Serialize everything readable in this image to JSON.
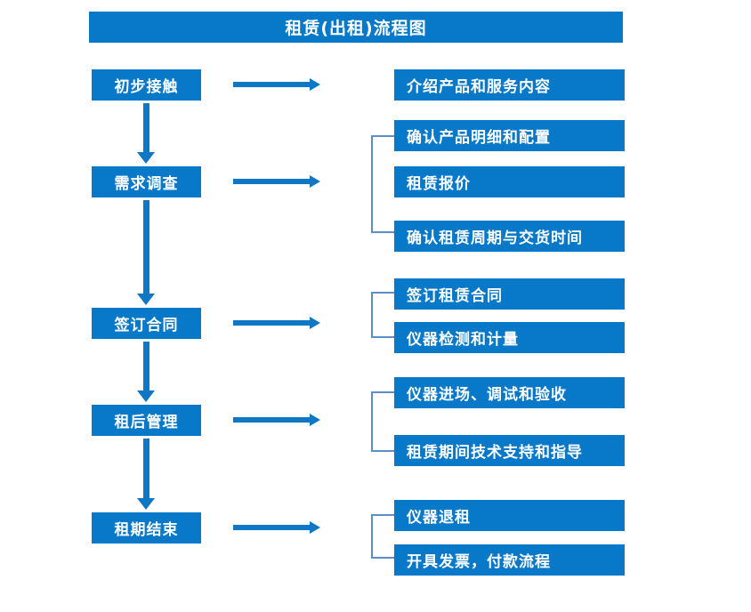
{
  "diagram": {
    "title": "租赁(出租)流程图",
    "colors": {
      "fill": "#0878c8",
      "arrow": "#0f77c4",
      "bracket": "#5b8fc9",
      "text": "#ffffff",
      "background": "#ffffff"
    },
    "stages": [
      {
        "label": "初步接触"
      },
      {
        "label": "需求调查"
      },
      {
        "label": "签订合同"
      },
      {
        "label": "租后管理"
      },
      {
        "label": "租期结束"
      }
    ],
    "details": [
      {
        "label": "介绍产品和服务内容"
      },
      {
        "label": "确认产品明细和配置"
      },
      {
        "label": "租赁报价"
      },
      {
        "label": "确认租赁周期与交货时间"
      },
      {
        "label": "签订租赁合同"
      },
      {
        "label": "仪器检测和计量"
      },
      {
        "label": "仪器进场、调试和验收"
      },
      {
        "label": "租赁期间技术支持和指导"
      },
      {
        "label": "仪器退租"
      },
      {
        "label": "开具发票，付款流程"
      }
    ],
    "connector_labels": {
      "flow_arrow": "流程箭头",
      "group_bracket": "分组括号"
    }
  }
}
